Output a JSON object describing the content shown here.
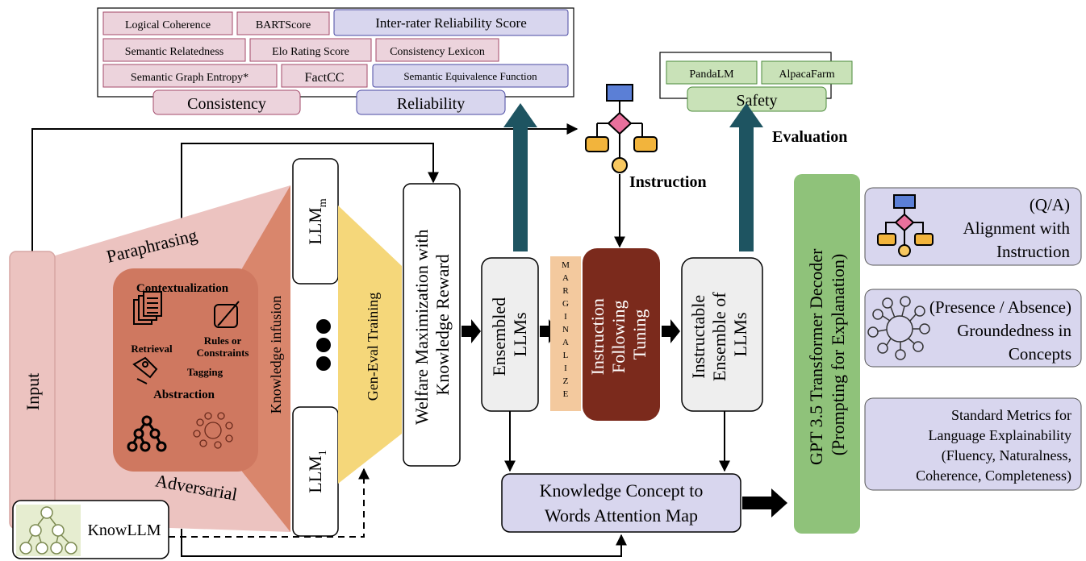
{
  "consistency_group": {
    "label": "Consistency",
    "metrics": [
      "Logical Coherence",
      "Semantic Relatedness",
      "Semantic Graph Entropy*",
      "FactCC",
      "BARTScore",
      "Elo Rating Score",
      "Consistency Lexicon"
    ]
  },
  "reliability_group": {
    "label": "Reliability",
    "metrics": [
      "Inter-rater Reliability Score",
      "Semantic Equivalence Function"
    ]
  },
  "safety_group": {
    "label": "Safety",
    "metrics": [
      "PandaLM",
      "AlpacaFarm"
    ]
  },
  "labels": {
    "evaluation": "Evaluation",
    "instruction": "Instruction",
    "input": "Input",
    "paraphrasing": "Paraphrasing",
    "adversarial": "Adversarial",
    "contextualization": "Contextualization",
    "retrieval": "Retrieval",
    "rules": "Rules or",
    "constraints": "Constraints",
    "tagging": "Tagging",
    "abstraction": "Abstraction",
    "knowledge_infusion": "Knowledge infusion",
    "llm_m": "LLM",
    "llm_m_sub": "m",
    "llm_1": "LLM",
    "llm_1_sub": "1",
    "gen_eval": "Gen-Eval Training",
    "welfare_line1": "Welfare Maximization with",
    "welfare_line2": "Knowledge Reward",
    "ensembled_line1": "Ensembled",
    "ensembled_line2": "LLMs",
    "marginalize": [
      "M",
      "A",
      "R",
      "G",
      "I",
      "N",
      "A",
      "L",
      "I",
      "Z",
      "E"
    ],
    "tuning_line1": "Instruction",
    "tuning_line2": "Following",
    "tuning_line3": "Tuning",
    "instructable_line1": "Instructable",
    "instructable_line2": "Ensemble of",
    "instructable_line3": "LLMs",
    "attention_line1": "Knowledge Concept  to",
    "attention_line2": "Words Attention Map",
    "gpt_line1": "GPT 3.5 Transformer Decoder",
    "gpt_line2": "(Prompting for Explanation)",
    "knowllm": "KnowLLM"
  },
  "outputs": [
    {
      "lines": [
        "(Q/A)",
        "Alignment with",
        "Instruction"
      ],
      "icon": "flowchart-icon"
    },
    {
      "lines": [
        "(Presence / Absence)",
        "Groundedness in",
        "Concepts"
      ],
      "icon": "graph-network-icon"
    },
    {
      "lines": [
        "Standard Metrics for",
        "Language Explainability",
        "(Fluency, Naturalness,",
        "Coherence, Completeness)"
      ],
      "icon": ""
    }
  ],
  "colors": {
    "consistency_border": "#a34a6a",
    "consistency_fill": "#ecd3dc",
    "reliability_border": "#4a4aa3",
    "reliability_fill": "#d8d6ee",
    "safety_border": "#4a8a3a",
    "safety_fill": "#c9e2b8",
    "funnel_light": "#ecc3c0",
    "knowledge_box": "#cf7860",
    "knowledge_infusion": "#d9866c",
    "gen_eval": "#f5d77a",
    "marginalize": "#f3c99e",
    "tuning": "#7b2a1c",
    "arrow_teal": "#1e5461",
    "gpt": "#8fc27a"
  }
}
